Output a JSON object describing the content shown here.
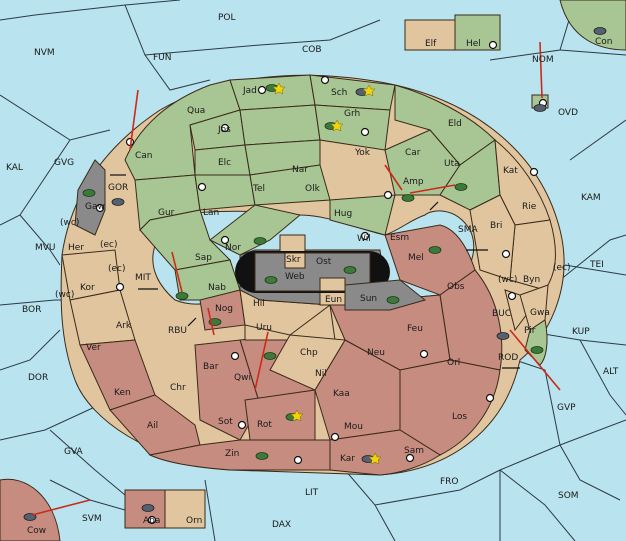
{
  "map": {
    "colors": {
      "sea": "#b9e3ee",
      "neutral": "#e0c59e",
      "green_power": "#a8c693",
      "red_power": "#c78c80",
      "grey": "#8a8a8a",
      "order_arrow": "#cc2a1a"
    },
    "sea_labels": [
      "POL",
      "NVM",
      "FUN",
      "COB",
      "NOM",
      "OVD",
      "KAL",
      "GVG",
      "KAM",
      "MVU",
      "TEI",
      "BOR",
      "DOR",
      "ALT",
      "KUP",
      "GVA",
      "SVM",
      "LIT",
      "FRO",
      "SOM",
      "DAX",
      "GVP",
      "SMA",
      "MIT",
      "RBU",
      "BUC",
      "ROD",
      "GOR"
    ],
    "coast_labels": [
      "(wc)",
      "(ec)",
      "(ec)",
      "(wc)",
      "(wc)",
      "(ec)"
    ],
    "green_labels": [
      "Elf",
      "Hel",
      "Con",
      "Jad",
      "Sch",
      "Qua",
      "Jos",
      "Grh",
      "Eld",
      "Can",
      "Yok",
      "Car",
      "Elc",
      "Nar",
      "Uta",
      "Tel",
      "Amp",
      "Kat",
      "Olk",
      "Gaw",
      "Gur",
      "Lan",
      "Hug",
      "Rie",
      "Bri",
      "Nor",
      "Wil",
      "Esm",
      "Sap"
    ],
    "tan_labels": [
      "Her",
      "Kor",
      "Ark",
      "Hil",
      "Uru",
      "Eun",
      "Byn",
      "Gwa",
      "Pir",
      "Orn",
      "Ver"
    ],
    "red_labels": [
      "Mel",
      "Obs",
      "Nab",
      "Nog",
      "Feu",
      "Neu",
      "Chp",
      "Bar",
      "Qwi",
      "Nil",
      "Orl",
      "Ken",
      "Chr",
      "Kaa",
      "Ail",
      "Sot",
      "Rot",
      "Mou",
      "Los",
      "Zin",
      "Sam",
      "Kar",
      "Cow",
      "Aba"
    ],
    "grey_labels": [
      "Skr",
      "Ost",
      "Web",
      "Sun"
    ],
    "unit_icons": [
      "army-icon",
      "fleet-icon",
      "star-icon",
      "supply-center-icon",
      "order-arrow-icon",
      "convoy-arrow-icon"
    ]
  }
}
